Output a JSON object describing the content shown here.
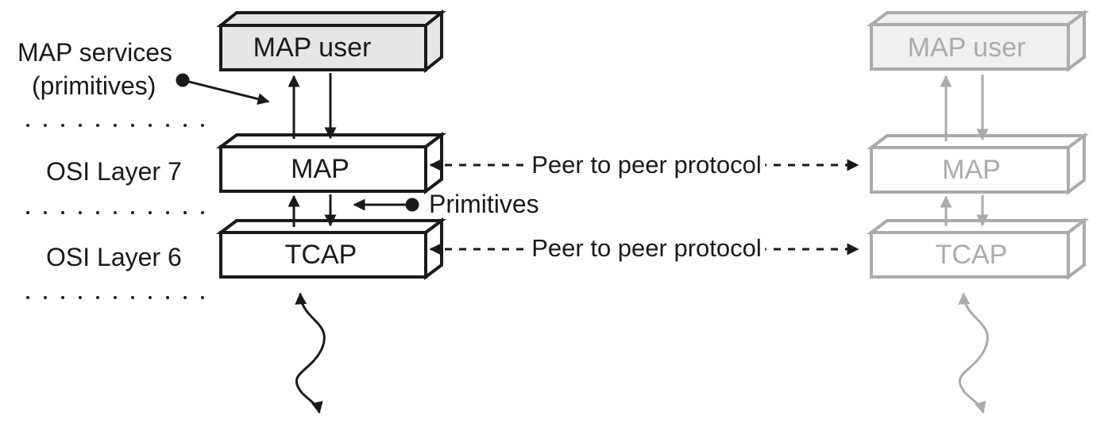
{
  "colors": {
    "dark": "#1a1a1a",
    "light": "#ababab",
    "user_fill": "#e6e6e6",
    "light_user_fill": "#f0f0f0"
  },
  "left_stack": {
    "user_label": "MAP user",
    "map_label": "MAP",
    "tcap_label": "TCAP"
  },
  "right_stack": {
    "user_label": "MAP user",
    "map_label": "MAP",
    "tcap_label": "TCAP"
  },
  "annotations": {
    "map_services_line1": "MAP services",
    "map_services_line2": "(primitives)",
    "primitives": "Primitives",
    "osi_layer_7": "OSI Layer 7",
    "osi_layer_6": "OSI Layer 6"
  },
  "peer_links": {
    "map_peer": "Peer to peer protocol",
    "tcap_peer": "Peer to peer protocol"
  }
}
